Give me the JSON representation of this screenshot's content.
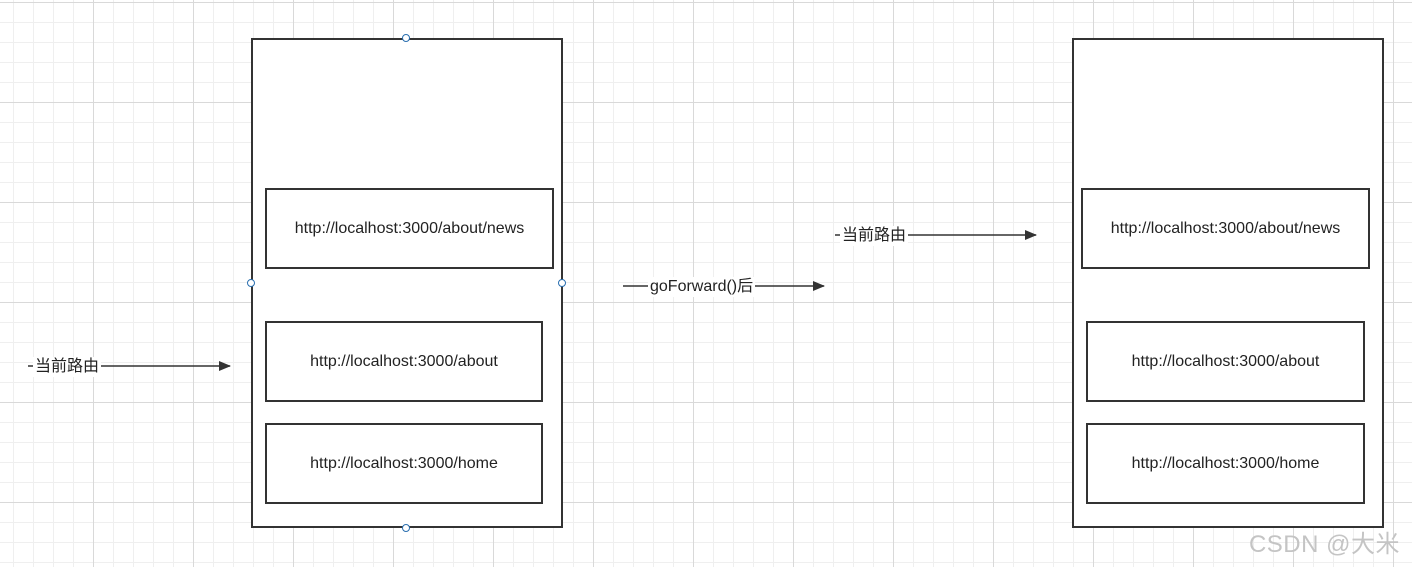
{
  "left_stack": {
    "entries": [
      "http://localhost:3000/about/news",
      "http://localhost:3000/about",
      "http://localhost:3000/home"
    ],
    "pointer_label": "当前路由"
  },
  "transition": {
    "label": "goForward()后"
  },
  "right_stack": {
    "entries": [
      "http://localhost:3000/about/news",
      "http://localhost:3000/about",
      "http://localhost:3000/home"
    ],
    "pointer_label": "当前路由"
  },
  "watermark": "CSDN @大米",
  "colors": {
    "stroke": "#333333",
    "handle": "#2a6fb0",
    "grid": "#efefef"
  }
}
